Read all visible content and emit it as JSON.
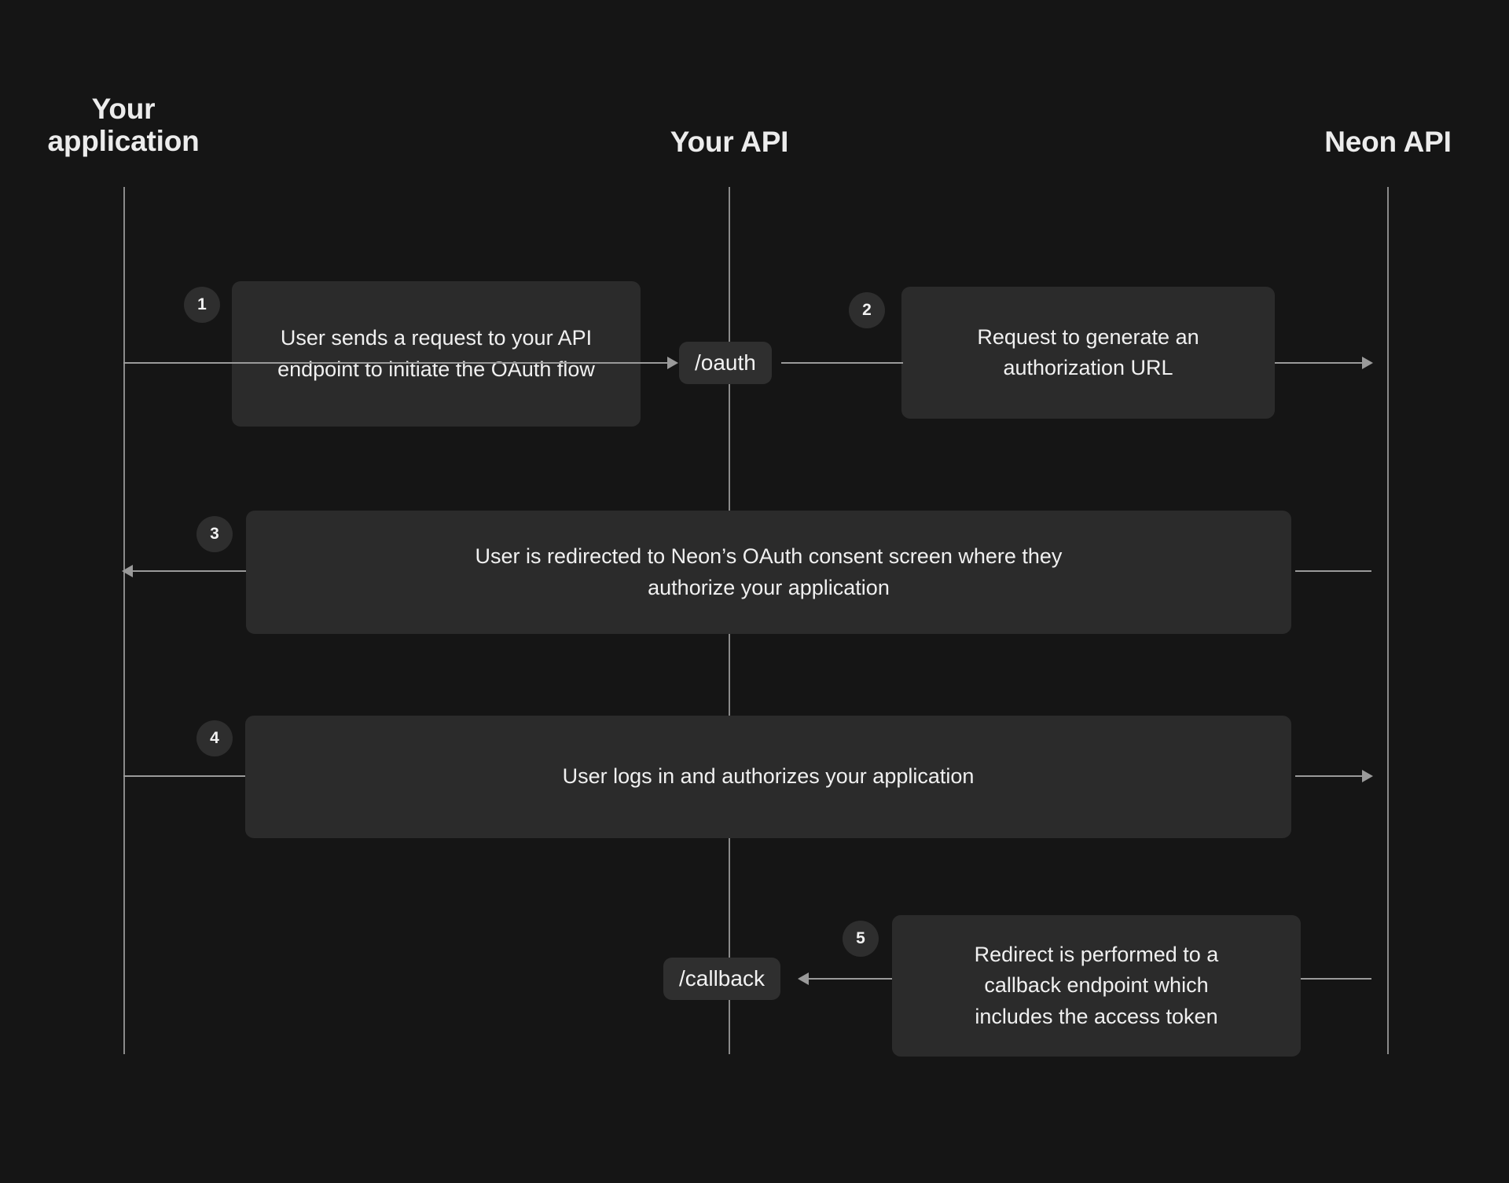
{
  "diagram": {
    "title": "Neon OAuth sequence flow",
    "background_color": "#151515",
    "box_color": "#2b2b2b",
    "line_color": "#9a9a9a",
    "text_color": "#f0f0f0"
  },
  "actors": [
    {
      "id": "your-application",
      "label": "Your\napplication"
    },
    {
      "id": "your-api",
      "label": "Your API"
    },
    {
      "id": "neon-api",
      "label": "Neon API"
    }
  ],
  "steps": [
    {
      "number": "1",
      "text": "User sends a request to your API endpoint to initiate the OAuth flow",
      "from": "your-application",
      "to": "your-api",
      "direction": "right"
    },
    {
      "number": "2",
      "text": "Request to generate an authorization URL",
      "from": "your-api",
      "to": "neon-api",
      "direction": "right"
    },
    {
      "number": "3",
      "text": "User is redirected to Neon’s OAuth consent screen where they authorize your application",
      "from": "neon-api",
      "to": "your-application",
      "direction": "left"
    },
    {
      "number": "4",
      "text": "User logs in and authorizes your application",
      "from": "your-application",
      "to": "neon-api",
      "direction": "right"
    },
    {
      "number": "5",
      "text": "Redirect is performed to a callback endpoint which includes the access token",
      "from": "neon-api",
      "to": "your-api",
      "direction": "left"
    }
  ],
  "endpoints": [
    {
      "id": "oauth-endpoint",
      "label": "/oauth"
    },
    {
      "id": "callback-endpoint",
      "label": "/callback"
    }
  ]
}
